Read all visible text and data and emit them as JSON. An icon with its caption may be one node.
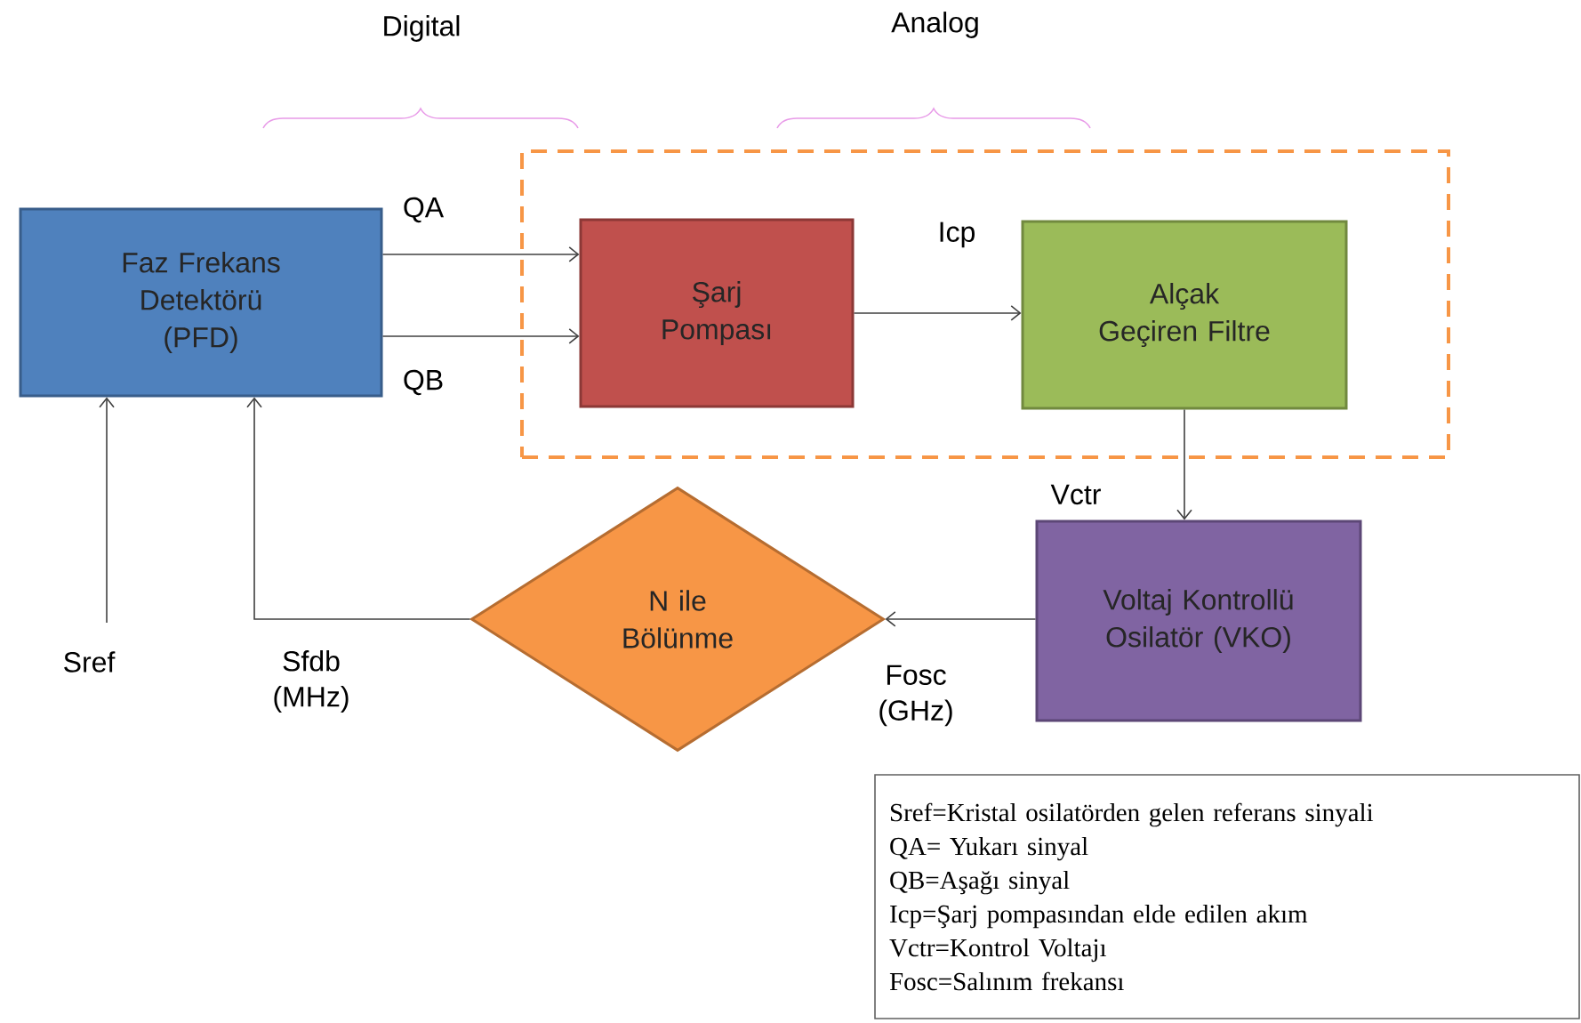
{
  "diagram": {
    "nodes": [
      {
        "text": [
          "Faz Frekans Detektörü (PFD)"
        ]
      },
      {
        "text": [],
        "shape": "box"
      },
      {
        "text": [
          "Şarj Pompası"
        ],
        "in": 1
      },
      {
        "text": [
          "Alçak Geçiren Filtre"
        ],
        "in": 1
      },
      {
        "text": [
          "Voltaj Kontrollü Osilatör (VKO)"
        ]
      },
      {
        "text": [
          "N ile Bölünme"
        ]
      },
      {
        "text": [
          "Sref=Kristal osilatörden gelen referans sinyali",
          "QA= Yukarı sinyal",
          "QB=Aşağı sinyal",
          "Icp=Şarj pompasından elde edilen akım",
          "Vctr=Kontrol Voltajı",
          "Fosc=Salınım frekansı"
        ]
      }
    ],
    "edges": [
      {
        "from": 0,
        "to": 2,
        "arrow": "to",
        "label": "QA"
      },
      {
        "from": 0,
        "to": 2,
        "arrow": "to",
        "label": "QB"
      },
      {
        "from": 2,
        "to": 3,
        "arrow": "to",
        "label": "Icp"
      },
      {
        "from": 3,
        "to": 4,
        "arrow": "to",
        "label": "Vctr"
      },
      {
        "from": 4,
        "to": 5,
        "arrow": "to",
        "label": "Fosc (GHz)"
      },
      {
        "from": 5,
        "to": 0,
        "arrow": "to",
        "label": "Sfdb (MHz)"
      },
      {
        "from": null,
        "to": 0,
        "arrow": "to",
        "label": "Sref"
      }
    ],
    "labels": [
      "Digital",
      "Analog"
    ]
  }
}
